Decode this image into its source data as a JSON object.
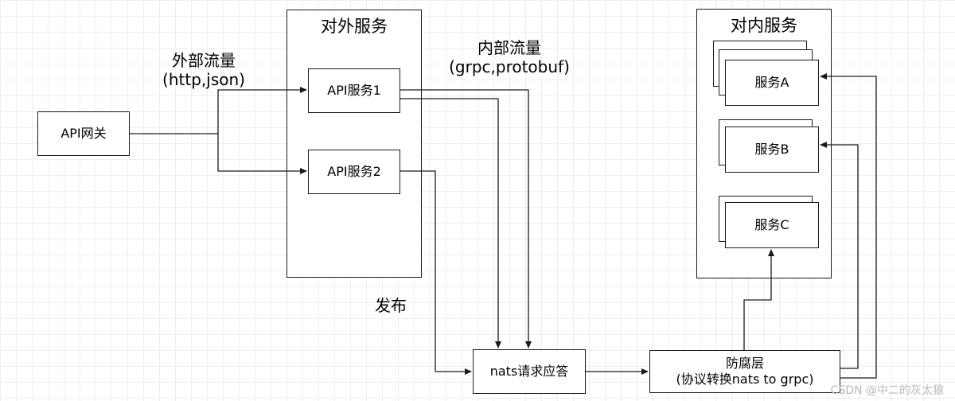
{
  "diagram": {
    "nodes": {
      "gateway": "API网关",
      "api1": "API服务1",
      "api2": "API服务2",
      "nats": "nats请求应答",
      "acl_line1": "防腐层",
      "acl_line2": "(协议转换nats to grpc)",
      "svc_a": "服务A",
      "svc_b": "服务B",
      "svc_c": "服务C"
    },
    "groups": {
      "external": "对外服务",
      "internal": "对内服务"
    },
    "labels": {
      "external_traffic_1": "外部流量",
      "external_traffic_2": "(http,json)",
      "internal_traffic_1": "内部流量",
      "internal_traffic_2": "(grpc,protobuf)",
      "publish": "发布"
    },
    "watermark": "CSDN @中二的灰太狼",
    "colors": {
      "line": "#1a1a1a",
      "grid": "#eeeeee",
      "watermark": "#b9b9b9"
    }
  }
}
